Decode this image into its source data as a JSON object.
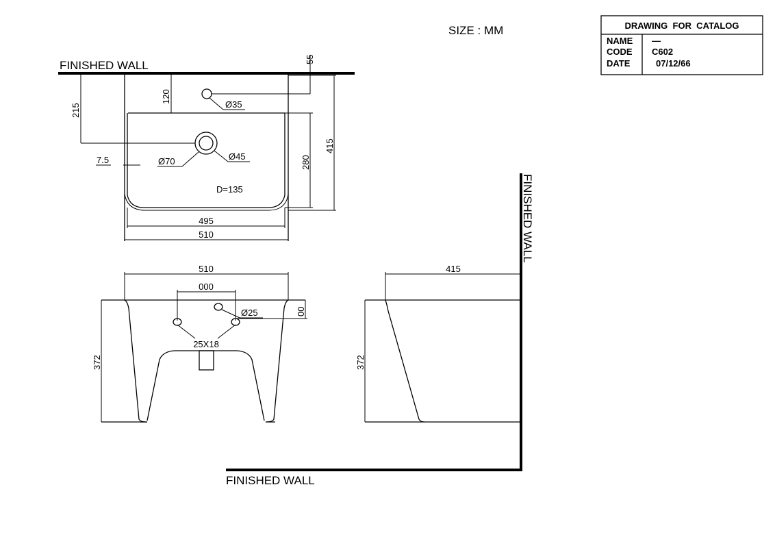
{
  "header": {
    "size_label": "SIZE : MM"
  },
  "title_block": {
    "heading": "DRAWING  FOR  CATALOG",
    "rows": [
      {
        "label": "NAME",
        "value": "—"
      },
      {
        "label": "CODE",
        "value": "C602"
      },
      {
        "label": "DATE",
        "value": "07/12/66"
      }
    ]
  },
  "top_view": {
    "wall_label": "FINISHED WALL",
    "dims": {
      "d55": "55",
      "d120": "120",
      "d215": "215",
      "d415": "415",
      "d280": "280",
      "d7_5": "7.5",
      "d495": "495",
      "d510": "510"
    },
    "callouts": {
      "hole_small": "Ø35",
      "hole_outer": "Ø70",
      "hole_inner": "Ø45",
      "depth": "D=135"
    }
  },
  "front_view": {
    "dims": {
      "width": "510",
      "hole_spacing": "000",
      "height": "372",
      "offset": "00"
    },
    "callouts": {
      "hole": "Ø25",
      "slot": "25X18"
    }
  },
  "side_view": {
    "dims": {
      "depth": "415",
      "height": "372"
    },
    "wall_right_label": "FINISHED WALL",
    "wall_bottom_label": "FINISHED WALL"
  }
}
